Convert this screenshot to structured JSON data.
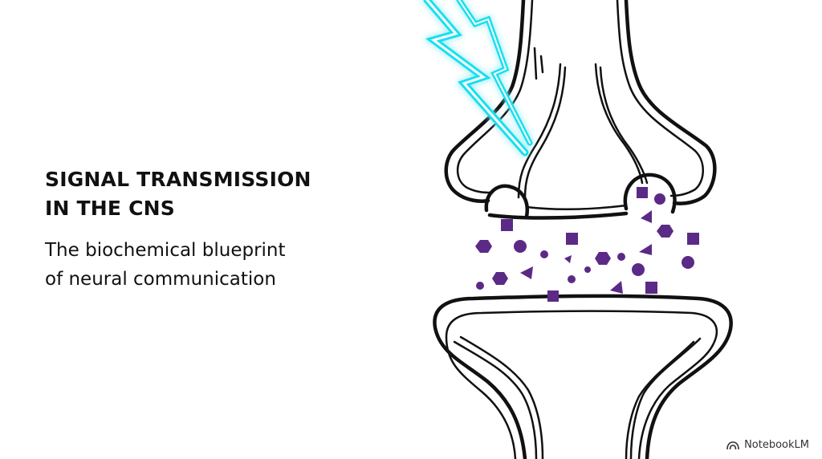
{
  "slide": {
    "title_line1": "SIGNAL TRANSMISSION",
    "title_line2": "IN THE CNS",
    "subtitle_line1": "The biochemical blueprint",
    "subtitle_line2": "of neural communication"
  },
  "brand": {
    "label": "NotebookLM",
    "icon": "notebooklm-logo-icon"
  },
  "colors": {
    "text": "#111111",
    "outline": "#111111",
    "neurotransmitter": "#5b2a86",
    "lightning": "#19e0ef",
    "background": "#ffffff"
  },
  "icons": {
    "lightning": "lightning-bolt-icon",
    "neuron": "synapse-illustration"
  }
}
